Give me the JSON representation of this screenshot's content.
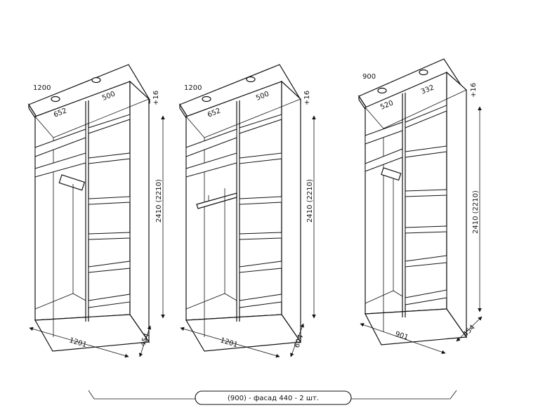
{
  "cabinets": [
    {
      "width_label": "1200",
      "top_left_label": "652",
      "top_right_label": "500",
      "height_label": "2410 (2210)",
      "top_ext_label": "+16",
      "bottom_width_label": "1201",
      "depth_label": "454"
    },
    {
      "width_label": "1200",
      "top_left_label": "652",
      "top_right_label": "500",
      "height_label": "2410 (2210)",
      "top_ext_label": "+16",
      "bottom_width_label": "1201",
      "depth_label": "604"
    },
    {
      "width_label": "900",
      "top_left_label": "520",
      "top_right_label": "332",
      "height_label": "2410 (2210)",
      "top_ext_label": "+16",
      "bottom_width_label": "901",
      "depth_label": "454"
    }
  ],
  "caption": "(900) - фасад 440 - 2 шт."
}
